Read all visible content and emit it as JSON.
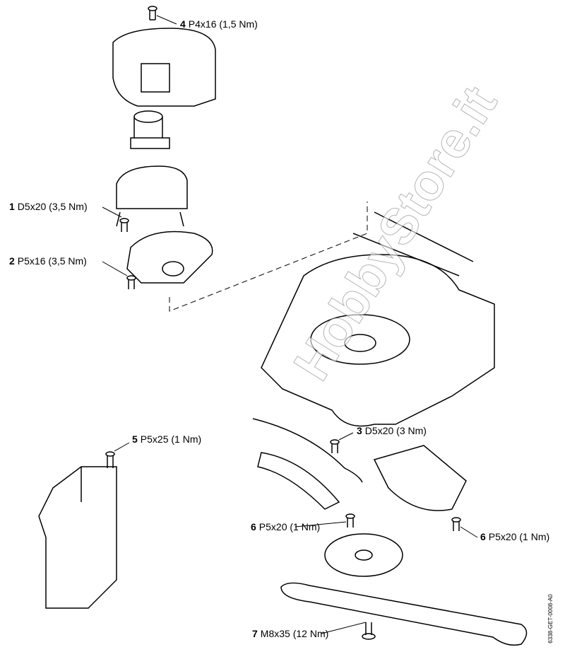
{
  "labels": [
    {
      "num": "4",
      "text": "P4x16 (1,5 Nm)"
    },
    {
      "num": "1",
      "text": "D5x20 (3,5 Nm)"
    },
    {
      "num": "2",
      "text": "P5x16 (3,5 Nm)"
    },
    {
      "num": "5",
      "text": "P5x25 (1 Nm)"
    },
    {
      "num": "3",
      "text": "D5x20 (3 Nm)"
    },
    {
      "num": "6",
      "text": "P5x20 (1 Nm)"
    },
    {
      "num": "6",
      "text": "P5x20 (1 Nm)"
    },
    {
      "num": "7",
      "text": "M8x35 (12 Nm)"
    }
  ],
  "watermark": "HobbyStore.it",
  "drawing_code": "6338-GET-0008-A0"
}
